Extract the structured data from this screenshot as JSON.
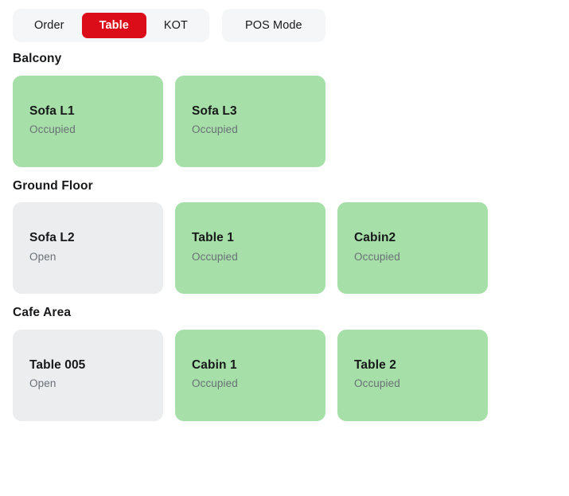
{
  "toolbar": {
    "mode_tabs": [
      {
        "label": "Order",
        "active": false
      },
      {
        "label": "Table",
        "active": true
      },
      {
        "label": "KOT",
        "active": false
      }
    ],
    "pos_mode": {
      "label": "POS Mode",
      "active": false
    },
    "active_color": "#db0d18",
    "group_bg": "#f5f6f7"
  },
  "colors": {
    "occupied": "#a7dfa8",
    "open": "#ebedef",
    "title_text": "#17181a",
    "status_text": "#697077"
  },
  "sections": [
    {
      "title": "Balcony",
      "tables": [
        {
          "name": "Sofa L1",
          "status": "Occupied",
          "state": "occupied"
        },
        {
          "name": "Sofa L3",
          "status": "Occupied",
          "state": "occupied"
        }
      ]
    },
    {
      "title": "Ground Floor",
      "tables": [
        {
          "name": "Sofa L2",
          "status": "Open",
          "state": "open"
        },
        {
          "name": "Table 1",
          "status": "Occupied",
          "state": "occupied"
        },
        {
          "name": "Cabin2",
          "status": "Occupied",
          "state": "occupied"
        }
      ]
    },
    {
      "title": "Cafe Area",
      "tables": [
        {
          "name": "Table 005",
          "status": "Open",
          "state": "open"
        },
        {
          "name": "Cabin 1",
          "status": "Occupied",
          "state": "occupied"
        },
        {
          "name": "Table 2",
          "status": "Occupied",
          "state": "occupied"
        }
      ]
    }
  ]
}
